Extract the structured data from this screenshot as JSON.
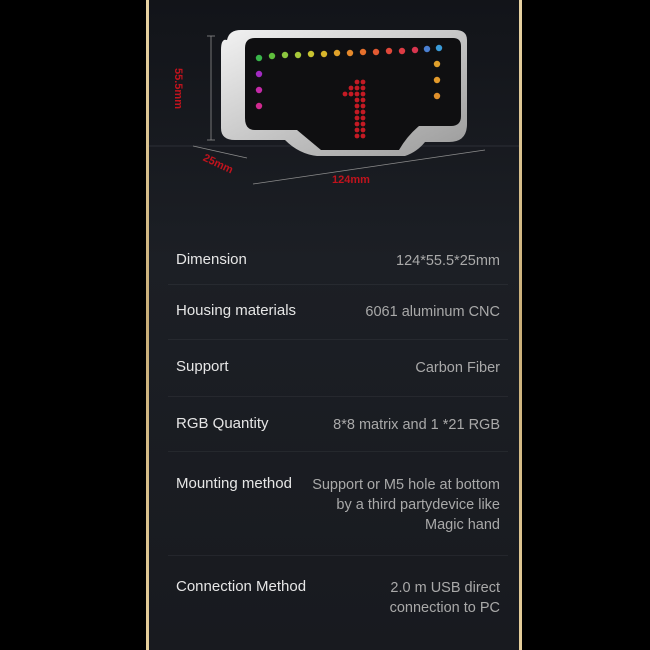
{
  "dimensions": {
    "height_label": "55.5mm",
    "depth_label": "25mm",
    "width_label": "124mm"
  },
  "specs": [
    {
      "label": "Dimension",
      "value": "124*55.5*25mm"
    },
    {
      "label": "Housing materials",
      "value": "6061 aluminum CNC"
    },
    {
      "label": "Support",
      "value": "Carbon Fiber"
    },
    {
      "label": "RGB Quantity",
      "value": "8*8 matrix and 1 *21 RGB"
    },
    {
      "label": "Mounting method",
      "value": "Support or M5 hole at bottom by a third partydevice like Magic hand"
    },
    {
      "label": "Connection Method",
      "value": "2.0 m USB direct connection to PC"
    }
  ],
  "colors": {
    "accent_gold": "#d9c08a",
    "dimension_red": "#c0131d",
    "matrix_red": "#c41a24"
  }
}
